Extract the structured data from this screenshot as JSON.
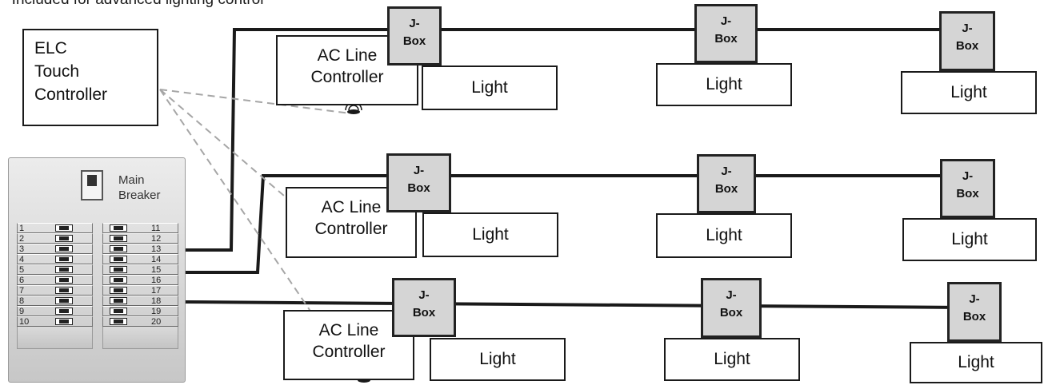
{
  "note": "* Included for advanced lighting control",
  "elc": {
    "lines": [
      "ELC",
      "Touch",
      "Controller"
    ]
  },
  "panel": {
    "breaker_label": [
      "Main",
      "Breaker"
    ],
    "left_numbers": [
      "1",
      "2",
      "3",
      "4",
      "5",
      "6",
      "7",
      "8",
      "9",
      "10"
    ],
    "right_numbers": [
      "11",
      "12",
      "13",
      "14",
      "15",
      "16",
      "17",
      "18",
      "19",
      "20"
    ]
  },
  "rows": [
    {
      "controller": [
        "AC Line",
        "Controller"
      ],
      "jboxes": [
        [
          "J-",
          "Box"
        ],
        [
          "J-",
          "Box"
        ],
        [
          "J-",
          "Box"
        ]
      ],
      "lights": [
        "Light",
        "Light",
        "Light"
      ]
    },
    {
      "controller": [
        "AC Line",
        "Controller"
      ],
      "jboxes": [
        [
          "J-",
          "Box"
        ],
        [
          "J-",
          "Box"
        ],
        [
          "J-",
          "Box"
        ]
      ],
      "lights": [
        "Light",
        "Light",
        "Light"
      ]
    },
    {
      "controller": [
        "AC Line",
        "Controller"
      ],
      "jboxes": [
        [
          "J-",
          "Box"
        ],
        [
          "J-",
          "Box"
        ],
        [
          "J-",
          "Box"
        ]
      ],
      "lights": [
        "Light",
        "Light",
        "Light"
      ]
    }
  ],
  "colors": {
    "wire": "#1a1a1a",
    "wireless_link": "#a6a6a6",
    "jbox_fill": "#d5d5d5"
  }
}
